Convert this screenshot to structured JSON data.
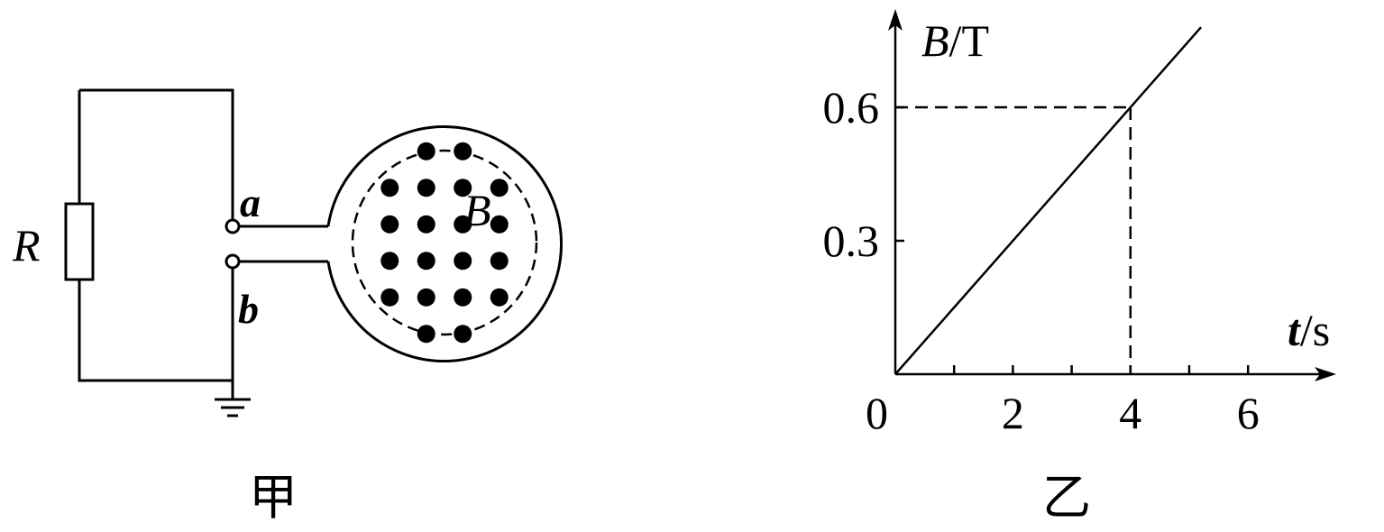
{
  "circuit": {
    "resistor_label": "R",
    "terminal_a_label": "a",
    "terminal_b_label": "b",
    "field_label": "B",
    "field_dot_rows": [
      2,
      4,
      4,
      4,
      4,
      2
    ],
    "caption": "甲"
  },
  "graph": {
    "caption": "乙",
    "ylabel_var": "B",
    "ylabel_unit": "/T",
    "xlabel_var": "t",
    "xlabel_unit": "/s",
    "origin_label": "0",
    "x_ticks": [
      1,
      2,
      3,
      4,
      5,
      6
    ],
    "x_tick_labels": [
      {
        "x": 2,
        "text": "2"
      },
      {
        "x": 4,
        "text": "4"
      },
      {
        "x": 6,
        "text": "6"
      }
    ],
    "y_tick_labels": [
      {
        "y": 0.3,
        "text": "0.3"
      },
      {
        "y": 0.6,
        "text": "0.6"
      }
    ],
    "marked_point": {
      "x": 4,
      "y": 0.6
    }
  },
  "chart_data": {
    "type": "line",
    "series": [
      {
        "x": [
          0,
          4,
          5.2
        ],
        "y": [
          0,
          0.6,
          0.78
        ]
      }
    ],
    "xlabel": "t/s",
    "ylabel": "B/T",
    "xlim": [
      0,
      7.3
    ],
    "ylim": [
      0,
      0.85
    ],
    "grid": false
  }
}
